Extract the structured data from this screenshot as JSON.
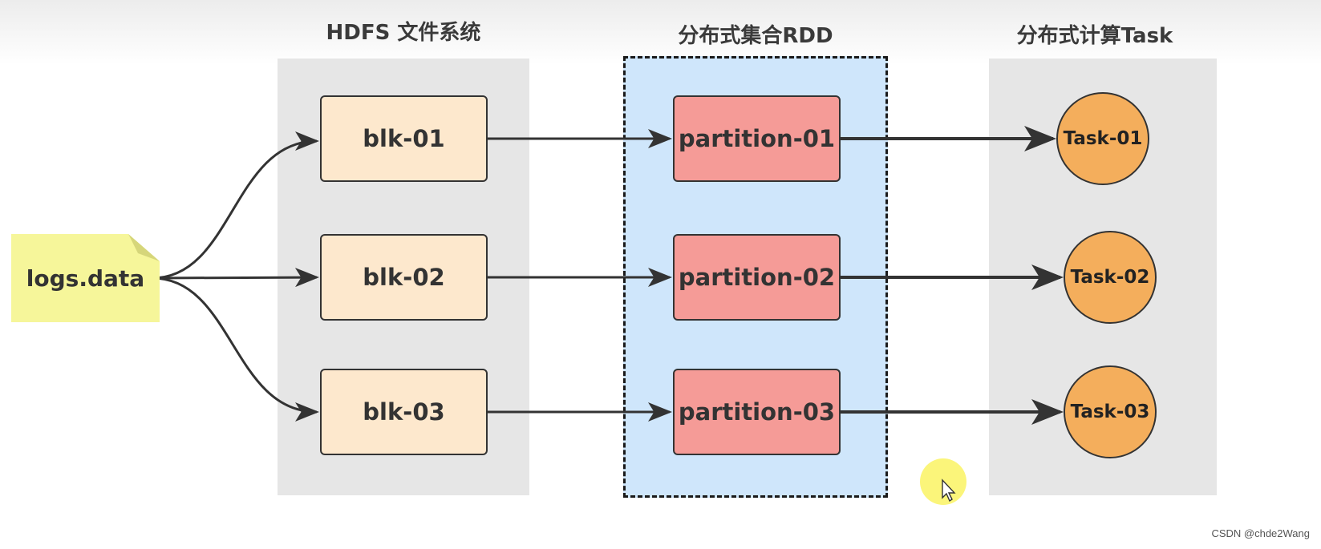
{
  "columns": {
    "hdfs_title": "HDFS 文件系统",
    "rdd_title": "分布式集合RDD",
    "task_title": "分布式计算Task"
  },
  "source": {
    "label": "logs.data"
  },
  "blocks": [
    "blk-01",
    "blk-02",
    "blk-03"
  ],
  "partitions": [
    "partition-01",
    "partition-02",
    "partition-03"
  ],
  "tasks": [
    "Task-01",
    "Task-02",
    "Task-03"
  ],
  "watermark": "CSDN @chde2Wang",
  "colors": {
    "note": "#f6f69a",
    "note_fold": "#d6d67a",
    "panel": "#e6e6e6",
    "rdd_panel": "#cfe6fb",
    "blk": "#fde8cd",
    "partition": "#f59b97",
    "task": "#f4ae5c",
    "cursor_highlight": "#fbf57a"
  }
}
